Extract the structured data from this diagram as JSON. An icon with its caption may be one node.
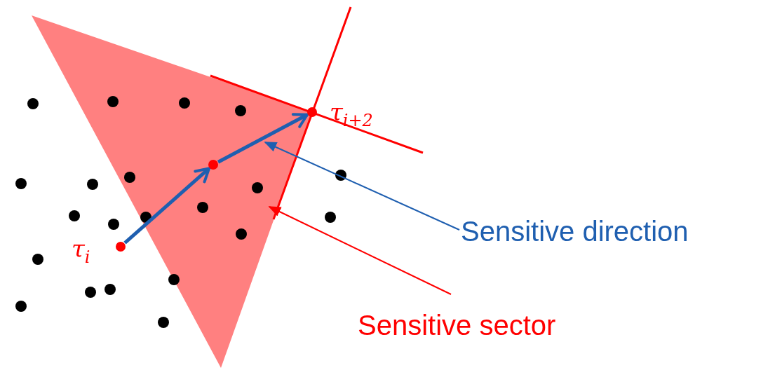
{
  "diagram": {
    "nodes": [
      {
        "text": [],
        "shape": "triangle"
      },
      {
        "text": [],
        "shape": "circle"
      },
      {
        "text": [],
        "shape": "circle",
        "in": 0
      },
      {
        "text": [],
        "shape": "circle",
        "in": 0
      },
      {
        "text": [
          "Sensitive direction"
        ]
      },
      {
        "text": [
          "Sensitive sector"
        ]
      }
    ],
    "edges": [
      {
        "from": 1,
        "to": 2,
        "arrow": "to",
        "style": "thick",
        "color": "#1f5fb0"
      },
      {
        "from": 2,
        "to": 3,
        "arrow": "to",
        "style": "thick",
        "color": "#1f5fb0"
      },
      {
        "from": 4,
        "to": null,
        "arrow": "to",
        "color": "#1f5fb0"
      },
      {
        "from": 5,
        "to": 0,
        "arrow": "to",
        "color": "#ff0000"
      }
    ],
    "labels": [
      "τ$_{i+2}$",
      "τ$_{i}$"
    ]
  }
}
